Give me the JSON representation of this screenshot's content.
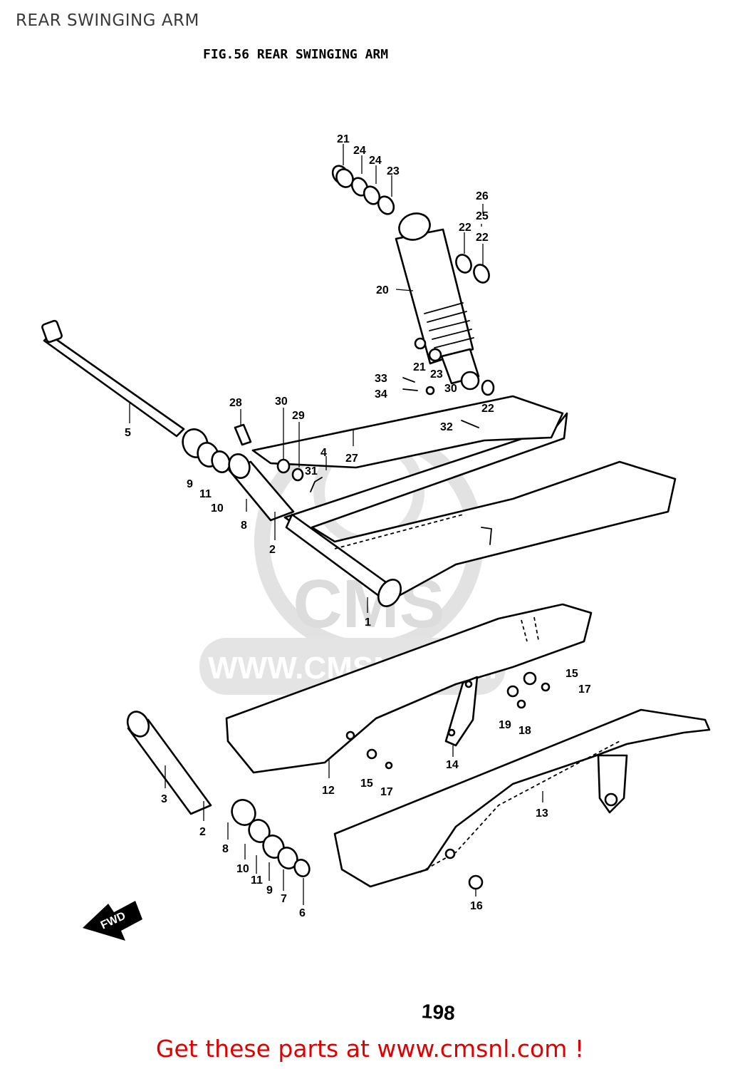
{
  "header": {
    "title": "REAR SWINGING ARM"
  },
  "diagram": {
    "figure_title": "FIG.56  REAR SWINGING ARM",
    "page_number": "198",
    "direction_label": "FWD",
    "watermark": {
      "brand": "CMS",
      "url": "WWW.CMSNL.COM",
      "color": "#dcdcdc"
    },
    "callouts": {
      "c21a": "21",
      "c24a": "24",
      "c24b": "24",
      "c23a": "23",
      "c26": "26",
      "c25": "25",
      "c22a": "22",
      "c22b": "22",
      "c20": "20",
      "c21b": "21",
      "c23b": "23",
      "c33": "33",
      "c34": "34",
      "c30a": "30",
      "c22c": "22",
      "c32": "32",
      "c5": "5",
      "c28": "28",
      "c30b": "30",
      "c29": "29",
      "c27": "27",
      "c4": "4",
      "c31": "31",
      "c9a": "9",
      "c11a": "11",
      "c10a": "10",
      "c8a": "8",
      "c2a": "2",
      "c1": "1",
      "c15a": "15",
      "c17a": "17",
      "c19": "19",
      "c18": "18",
      "c14": "14",
      "c12": "12",
      "c15b": "15",
      "c17b": "17",
      "c13": "13",
      "c3": "3",
      "c2b": "2",
      "c8b": "8",
      "c10b": "10",
      "c11b": "11",
      "c9b": "9",
      "c7": "7",
      "c6": "6",
      "c16": "16"
    }
  },
  "footer": {
    "text": "Get these parts at www.cmsnl.com !",
    "color": "#e00000"
  }
}
